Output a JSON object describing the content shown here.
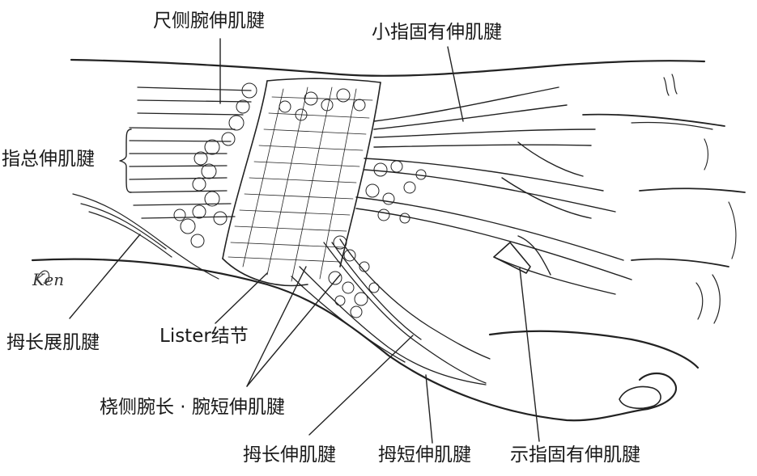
{
  "labels": {
    "ulnar_wrist_extensor": "尺侧腕伸肌腱",
    "little_finger_extensor": "小指固有伸肌腱",
    "common_finger_extensor": "指总伸肌腱",
    "abductor_pollicis_longus": "拇长展肌腱",
    "lister_tubercle": "Lister结节",
    "radial_wrist_extensors": "桡侧腕长 · 腕短伸肌腱",
    "extensor_pollicis_longus": "拇长伸肌腱",
    "extensor_pollicis_brevis": "拇短伸肌腱",
    "index_finger_extensor": "示指固有伸肌腱"
  },
  "signature": "Ken"
}
